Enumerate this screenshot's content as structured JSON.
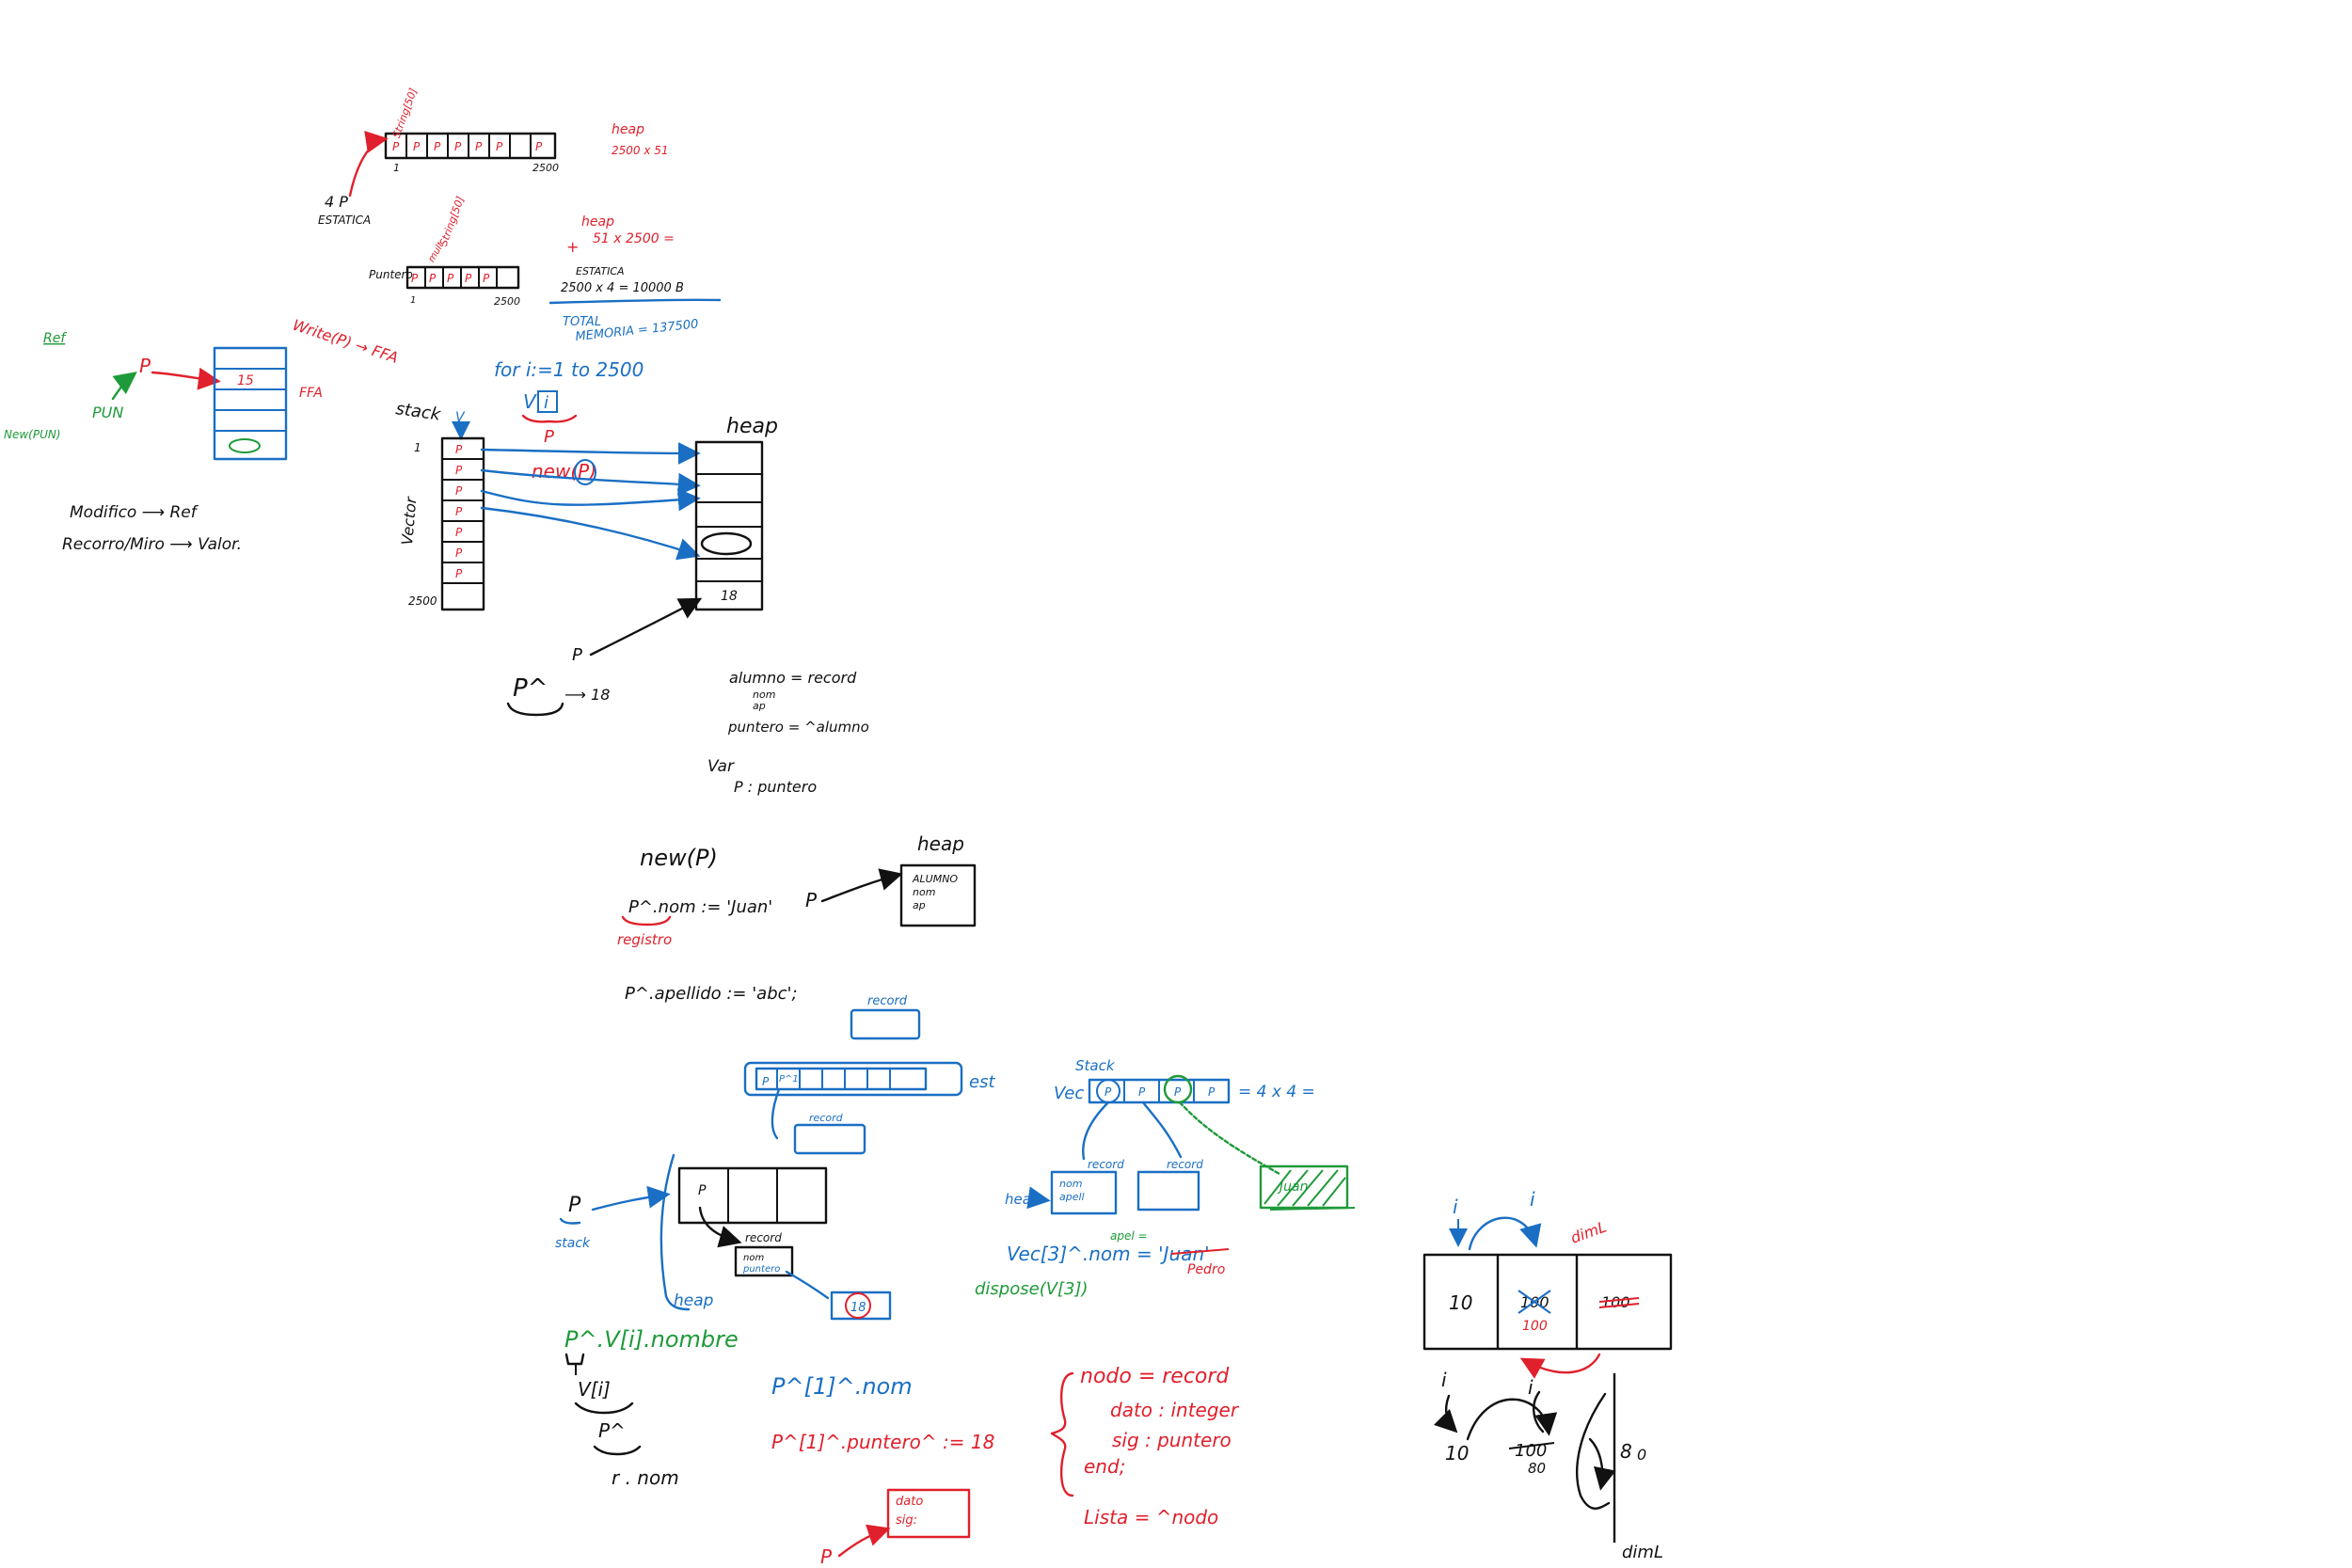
{
  "colors": {
    "black": "#111111",
    "red": "#e0202c",
    "blue": "#1a6fc4",
    "green": "#1f9a3a"
  },
  "top_arrays": {
    "string_label_1": "String[50]",
    "index_start": "1",
    "index_end": "2500",
    "cell_p": "P",
    "four_p": "4  P",
    "estatica": "ESTATICA",
    "heap_label": "heap",
    "heap_calc": "2500 x 51",
    "string_label_2": "String[50]",
    "mult": "mult",
    "puntero_label": "Puntero",
    "heap_label_2": "heap",
    "heap_calc_2": "51 x 2500 =",
    "plus": "+",
    "estatica_2": "ESTATICA",
    "estatica_calc": "2500 x 4 = 10000 B",
    "total": "TOTAL",
    "memoria": "MEMORIA = 137500"
  },
  "ref_section": {
    "ref": "Ref",
    "p": "P",
    "pun": "PUN",
    "new_pun": "New(PUN)",
    "write": "Write(P) → FFA",
    "value_15": "15",
    "ffa": "FFA",
    "modifico": "Modifico ⟶ Ref",
    "recorro": "Recorro/Miro ⟶ Valor."
  },
  "stack_heap": {
    "for_loop": "for i:=1 to 2500",
    "v_label": "V",
    "v_index": "i",
    "v_p": "P",
    "stack": "stack",
    "v_mark": "V",
    "index_1": "1",
    "vector": "Vector",
    "index_2500": "2500",
    "new": "new(P)",
    "heap": "heap",
    "value_18": "18",
    "p_label": "P",
    "p_deref": "P^",
    "arrow_18": "⟶ 18"
  },
  "code_alumno": {
    "alumno": "alumno = record",
    "nom": "nom",
    "ap": "ap",
    "puntero": "puntero = ^alumno",
    "var": "Var",
    "p_decl": "P : puntero"
  },
  "new_section": {
    "new_p": "new(P)",
    "p_nom": "P^.nom := 'Juan'",
    "registro": "registro",
    "p_label": "P",
    "heap": "heap",
    "box_alumno": "ALUMNO",
    "box_nom": "nom",
    "box_ap": "ap",
    "apellido": "P^.apellido := 'abc';"
  },
  "record_est": {
    "record_top": "record",
    "est": "est",
    "cell_p": "P",
    "cell_p1": "P^1",
    "record_bottom": "record"
  },
  "vec_section": {
    "stack": "Stack",
    "vec": "Vec",
    "cell_p": "P",
    "size": "= 4 x 4 =",
    "heap": "heap",
    "record_1": "record",
    "record_2": "record",
    "box_nom": "nom",
    "box_apell": "apell",
    "juan": "Juan",
    "vec_nom": "Vec[3]^.nom = 'Juan'",
    "apel": "apel =",
    "pedro": "Pedro",
    "dispose": "dispose(V[3])"
  },
  "pointer_record": {
    "p_label": "P",
    "stack": "stack",
    "cell_p": "P",
    "record": "record",
    "nom": "nom",
    "puntero": "puntero",
    "value_18": "18",
    "heap": "heap",
    "p_v_nombre": "P^.V[i].nombre",
    "v_i": "V[i]",
    "p_hat": "P^",
    "r_nom": "r . nom"
  },
  "code_bottom": {
    "p1_nom": "P^[1]^.nom",
    "p1_puntero": "P^[1]^.puntero^ := 18",
    "nodo": "nodo = record",
    "dato": "dato : integer",
    "sig": "sig : puntero",
    "end": "end;",
    "lista": "Lista = ^nodo",
    "box_dato": "dato",
    "box_sig": "sig:",
    "p_label": "P"
  },
  "array_section": {
    "i1": "i",
    "i2": "i",
    "diml": "dimL",
    "cell_10": "10",
    "cell_100a": "100",
    "cell_100b": "100",
    "cell_100c": "100",
    "i3": "i",
    "i4": "i",
    "row_10": "10",
    "row_100": "100",
    "row_80": "80",
    "row_8": "8",
    "row_0": "0",
    "diml_bottom": "dimL"
  }
}
